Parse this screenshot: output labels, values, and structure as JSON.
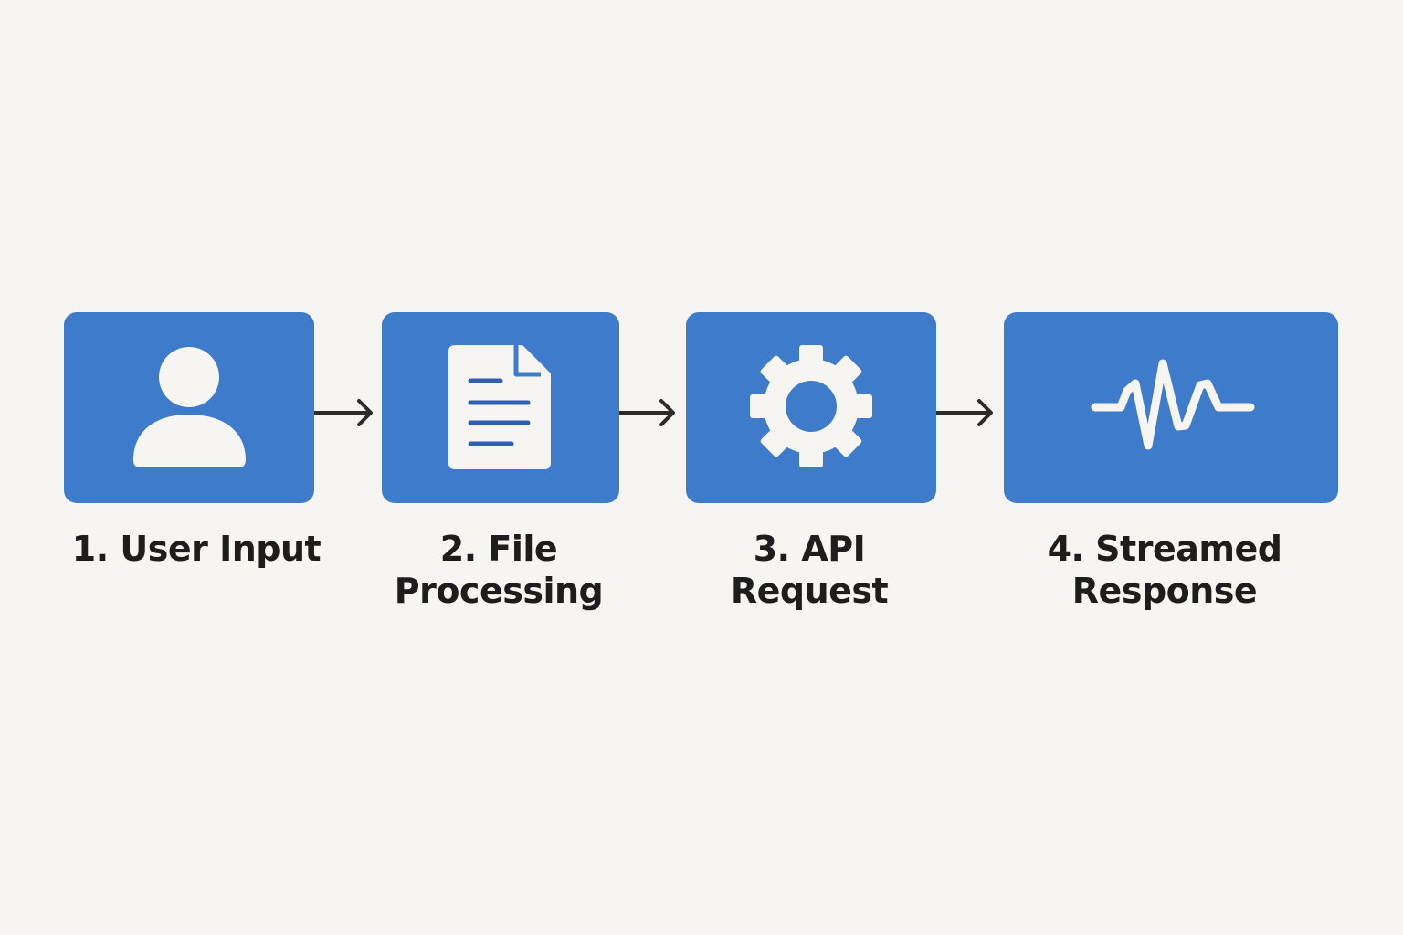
{
  "colors": {
    "background": "#f7f5f1",
    "box_fill": "#3f7bcb",
    "icon_fill": "#f7f5f1",
    "arrow": "#2b2b2b",
    "label_text": "#1d1d1d"
  },
  "steps": [
    {
      "icon": "user-icon",
      "label_lines": [
        "1. User Input"
      ]
    },
    {
      "icon": "document-icon",
      "label_lines": [
        "2. File",
        "Processing"
      ]
    },
    {
      "icon": "gear-icon",
      "label_lines": [
        "3. API",
        "Request"
      ]
    },
    {
      "icon": "waveform-icon",
      "label_lines": [
        "4. Streamed",
        "Response"
      ]
    }
  ]
}
